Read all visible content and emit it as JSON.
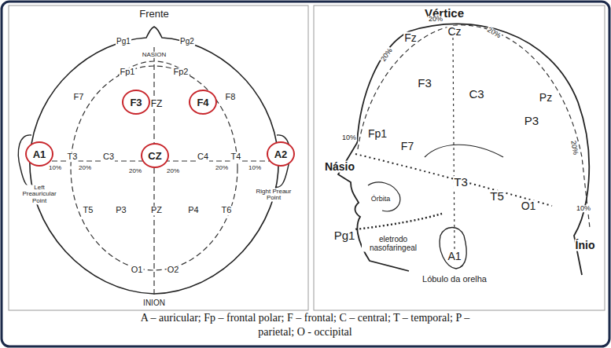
{
  "diagram": {
    "caption": "A – auricular; Fp – frontal polar; F – frontal; C – central; T – temporal; P – parietal; O - occipital",
    "nodes": [
      {
        "text": [
          "F3"
        ]
      },
      {
        "text": [
          "F4"
        ]
      },
      {
        "text": [
          "A1"
        ]
      },
      {
        "text": [
          "CZ"
        ]
      },
      {
        "text": [
          "A2"
        ]
      }
    ],
    "labels": [
      "Frente",
      "Pg1",
      "Pg2",
      "NASION",
      "Fp1",
      "Fp2",
      "F7",
      "FZ",
      "F8",
      "T3",
      "C3",
      "C4",
      "T4",
      "10%",
      "20%",
      "20%",
      "20%",
      "20%",
      "10%",
      "Left Preauricular Point",
      "Right Preaur Point",
      "T5",
      "P3",
      "PZ",
      "P4",
      "T6",
      "O1",
      "O2",
      "INION",
      "Vértice",
      "Fz",
      "20%",
      "Cz",
      "20%",
      "20%",
      "Pz",
      "20%",
      "F3",
      "C3",
      "P3",
      "10%",
      "Fp1",
      "Násio",
      "F7",
      "Órbita",
      "T3",
      "T5",
      "O1",
      "10%",
      "Ínio",
      "Pg1",
      "eletrodo nasofaringeal",
      "A1",
      "Lóbulo da orelha"
    ]
  }
}
